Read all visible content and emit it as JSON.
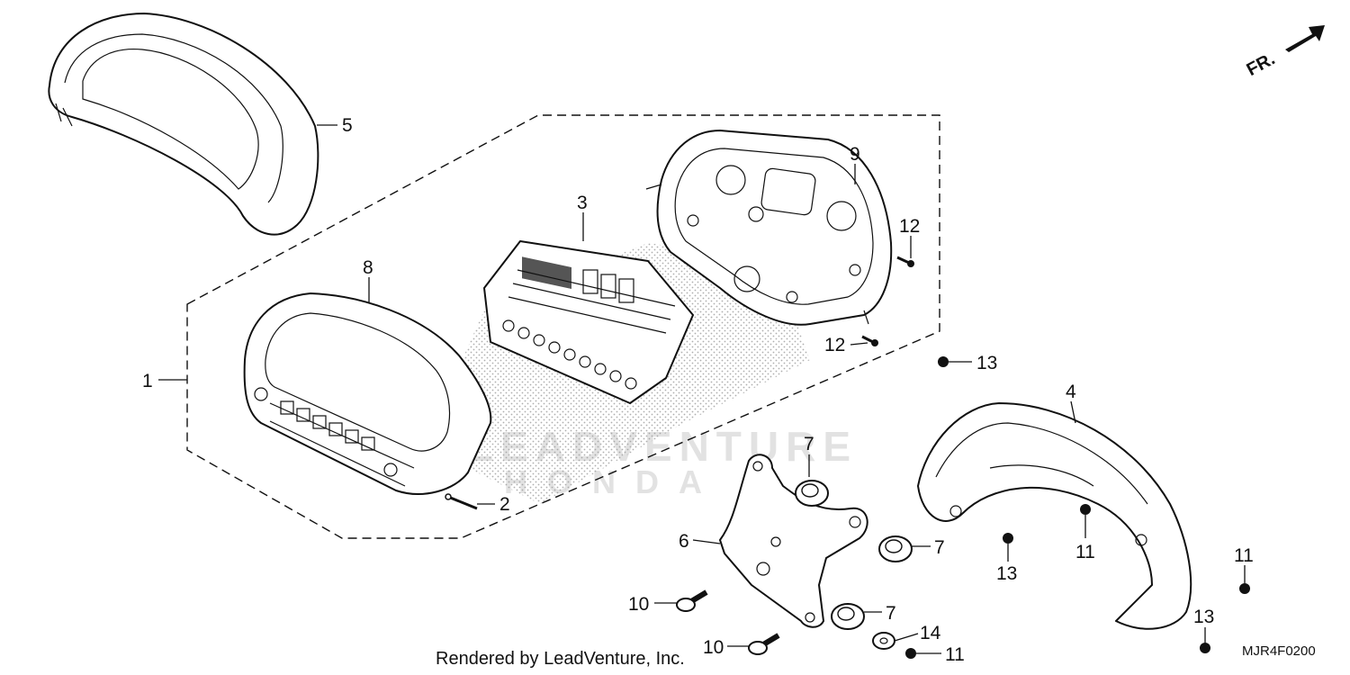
{
  "diagram": {
    "watermark_line1": "LEADVENTURE",
    "watermark_line2": "HONDA",
    "front_marker": "FR.",
    "diagram_code": "MJR4F0200",
    "rendered_by": "Rendered by LeadVenture, Inc.",
    "callouts": {
      "c1": "1",
      "c2": "2",
      "c3": "3",
      "c4": "4",
      "c5": "5",
      "c6": "6",
      "c7a": "7",
      "c7b": "7",
      "c7c": "7",
      "c8": "8",
      "c9": "9",
      "c10a": "10",
      "c10b": "10",
      "c11a": "11",
      "c11b": "11",
      "c11c": "11",
      "c12a": "12",
      "c12b": "12",
      "c13a": "13",
      "c13b": "13",
      "c13c": "13",
      "c14": "14"
    }
  }
}
